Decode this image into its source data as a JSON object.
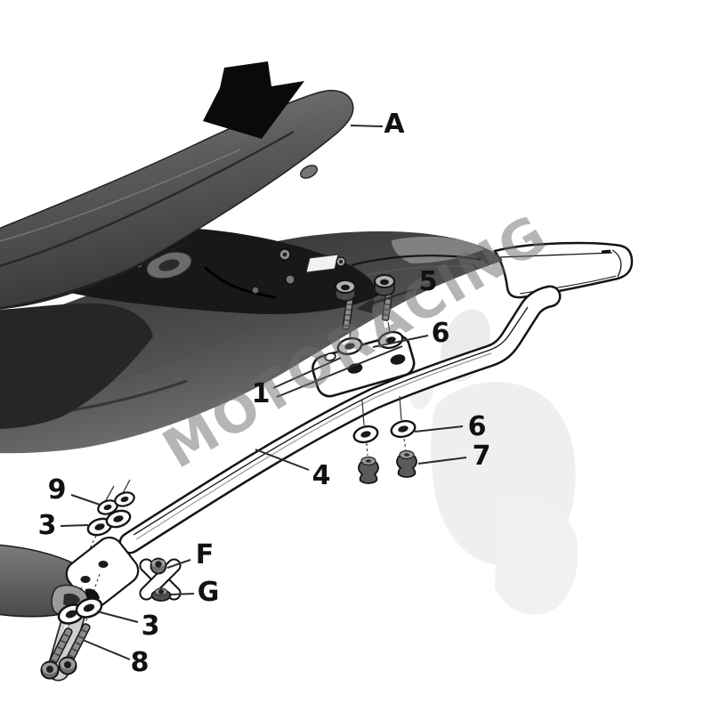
{
  "watermark": "MOTORACING",
  "callouts": [
    {
      "id": "A",
      "text": "A",
      "points_to": "pillion-seat"
    },
    {
      "id": "5",
      "text": "5",
      "points_to": "socket-bolts-top"
    },
    {
      "id": "6-top",
      "text": "6",
      "points_to": "washers-under-bolts"
    },
    {
      "id": "1",
      "text": "1",
      "points_to": "mounting-bracket-plate"
    },
    {
      "id": "4",
      "text": "4",
      "points_to": "rack-side-tube"
    },
    {
      "id": "6-mid",
      "text": "6",
      "points_to": "washers-mid"
    },
    {
      "id": "7",
      "text": "7",
      "points_to": "rubber-grommets"
    },
    {
      "id": "9",
      "text": "9",
      "points_to": "spacer-washers-small"
    },
    {
      "id": "3-upper",
      "text": "3",
      "points_to": "flat-washers-upper"
    },
    {
      "id": "F",
      "text": "F",
      "points_to": "lock-nut"
    },
    {
      "id": "G",
      "text": "G",
      "points_to": "flange-nut"
    },
    {
      "id": "3-lower",
      "text": "3",
      "points_to": "flat-washers-lower"
    },
    {
      "id": "8",
      "text": "8",
      "points_to": "hex-socket-bolts-lower"
    }
  ],
  "colors": {
    "paper": "#ffffff",
    "ink": "#141414",
    "watermark_gray": "#6c6c6c",
    "seat_dark": "#3f3f3f",
    "cowl_dark": "#303030",
    "ghost_gray": "#eeeeee"
  }
}
